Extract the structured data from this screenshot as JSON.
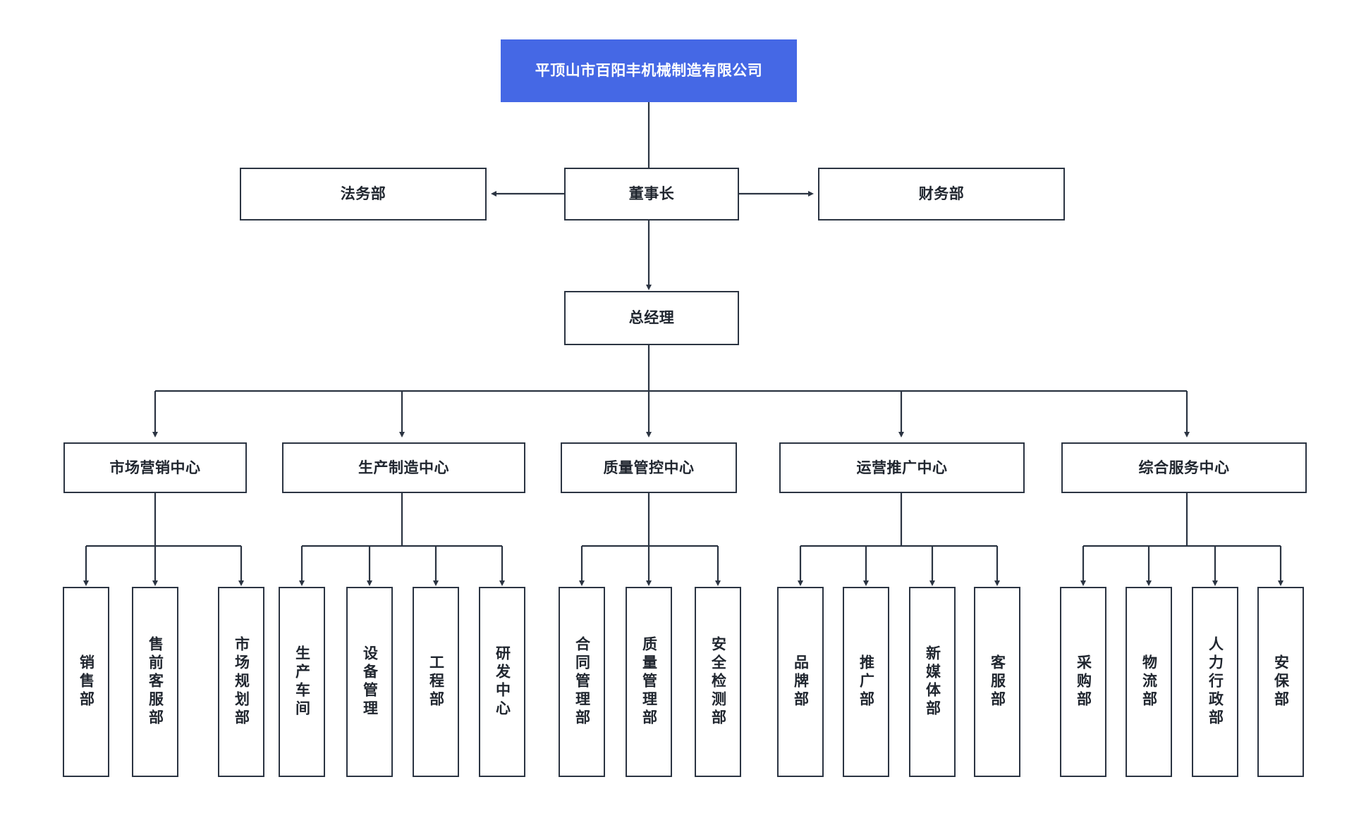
{
  "chart": {
    "title": "平顶山市百阳丰机械制造有限公司",
    "type": "org-chart",
    "accent_color": "#4568e5",
    "box_border_color": "#2b3442",
    "connector_color": "#2b3442",
    "background": "#ffffff"
  },
  "root": {
    "label": "平顶山市百阳丰机械制造有限公司"
  },
  "executive": {
    "chairman": "董事长",
    "legal": "法务部",
    "finance": "财务部",
    "general_manager": "总经理"
  },
  "centers": [
    {
      "label": "市场营销中心",
      "departments": [
        "销售部",
        "售前客服部",
        "市场规划部"
      ]
    },
    {
      "label": "生产制造中心",
      "departments": [
        "生产车间",
        "设备管理",
        "工程部",
        "研发中心"
      ]
    },
    {
      "label": "质量管控中心",
      "departments": [
        "合同管理部",
        "质量管理部",
        "安全检测部"
      ]
    },
    {
      "label": "运营推广中心",
      "departments": [
        "品牌部",
        "推广部",
        "新媒体部",
        "客服部"
      ]
    },
    {
      "label": "综合服务中心",
      "departments": [
        "采购部",
        "物流部",
        "人力行政部",
        "安保部"
      ]
    }
  ]
}
